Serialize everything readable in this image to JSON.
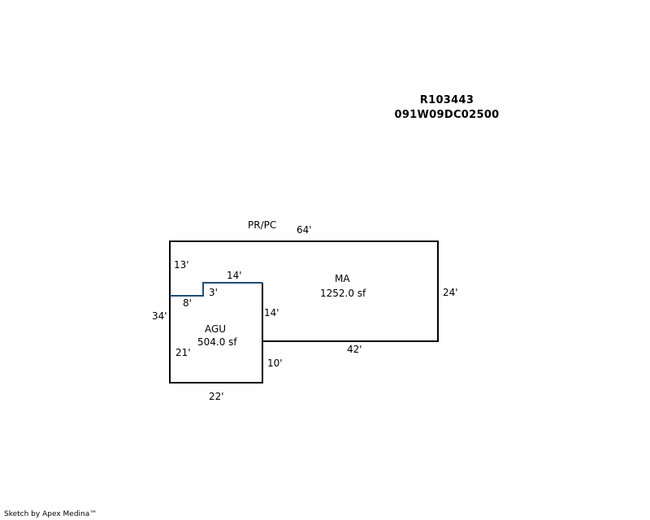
{
  "parcel": {
    "account": "R103443",
    "map_number": "091W09DC02500"
  },
  "sketch": {
    "area_labels": {
      "main": {
        "code": "MA",
        "area": "1252.0 sf"
      },
      "garage": {
        "code": "AGU",
        "area": "504.0 sf"
      },
      "porch": {
        "code": "PR/PC"
      }
    },
    "dimensions": {
      "top": "64'",
      "right": "24'",
      "main_bottom": "42'",
      "left_upper": "13'",
      "left_total": "34'",
      "left_lower": "21'",
      "step_top": "14'",
      "step_horizontal": "8'",
      "step_vertical": "3'",
      "garage_right_upper": "14'",
      "garage_right_lower": "10'",
      "garage_bottom": "22'"
    },
    "colors": {
      "outline": "#000000",
      "step_line": "#1f4e79"
    }
  },
  "footer": {
    "credit": "Sketch by Apex Medina™"
  }
}
